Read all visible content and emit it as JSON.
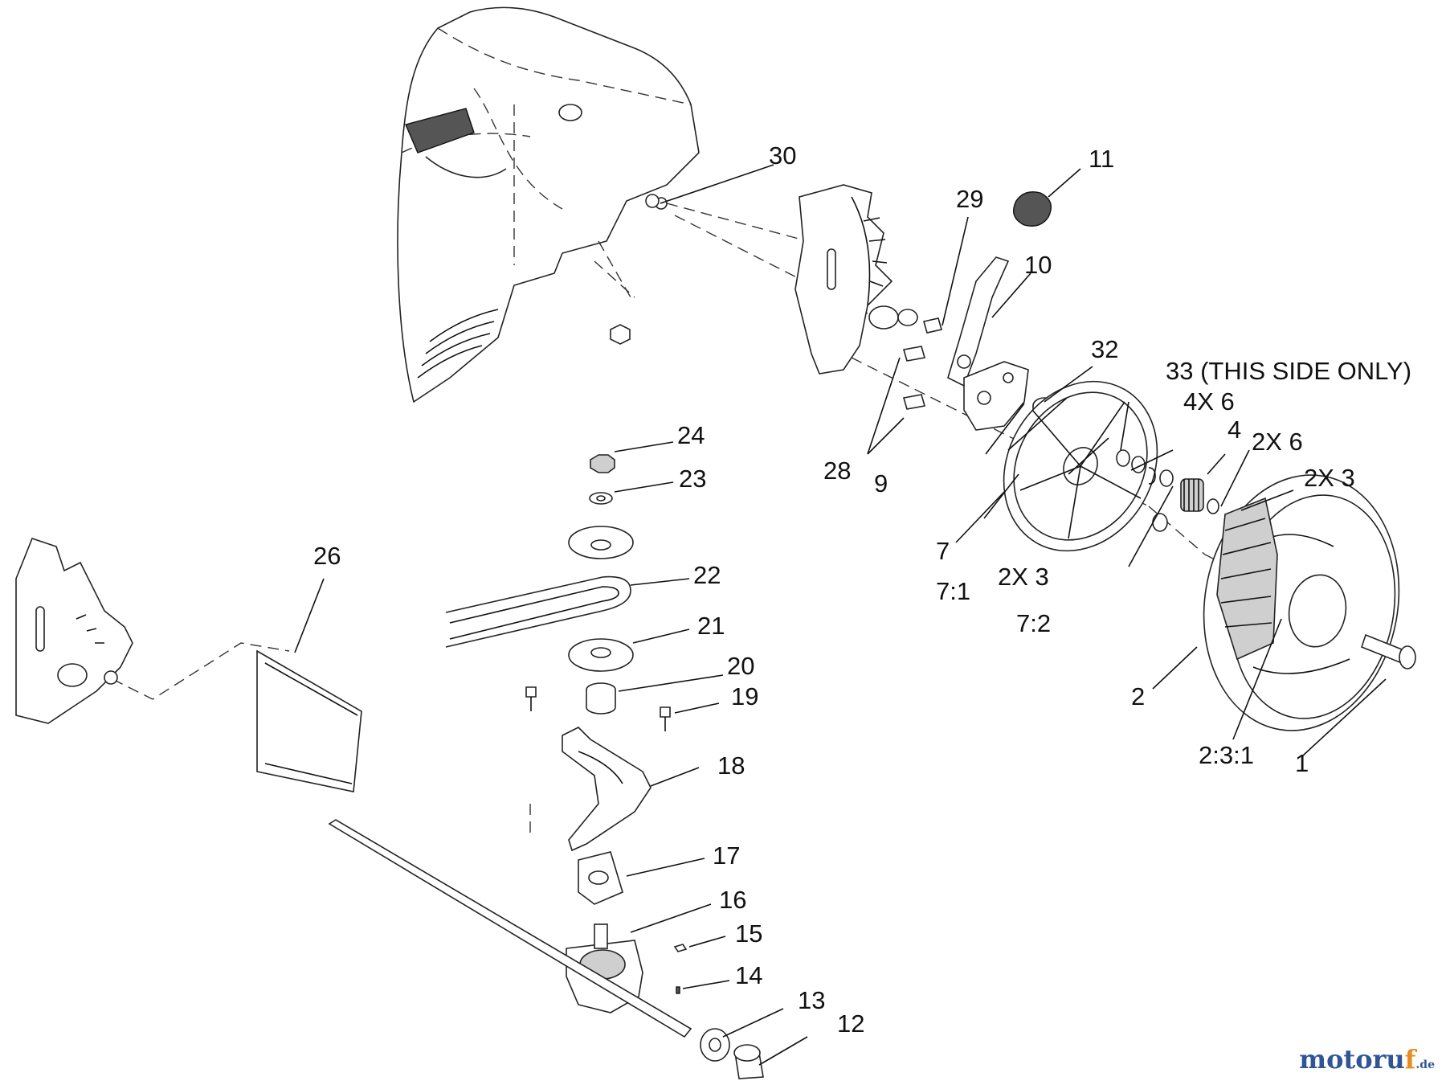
{
  "callouts": {
    "c1": "1",
    "c2": "2",
    "c2_3_1": "2:3:1",
    "c4": "4",
    "c4x6": "4X 6",
    "c2x6": "2X 6",
    "c2x3_a": "2X 3",
    "c2x3_b": "2X 3",
    "c7": "7",
    "c7_1": "7:1",
    "c7_2": "7:2",
    "c9": "9",
    "c10": "10",
    "c11": "11",
    "c12": "12",
    "c13": "13",
    "c14": "14",
    "c15": "15",
    "c16": "16",
    "c17": "17",
    "c18": "18",
    "c19": "19",
    "c20": "20",
    "c21": "21",
    "c22": "22",
    "c23": "23",
    "c24": "24",
    "c26": "26",
    "c28": "28",
    "c29": "29",
    "c30": "30",
    "c32": "32",
    "c33": "33 (THIS SIDE ONLY)"
  },
  "watermark": {
    "main": "motoru",
    "accent": "f",
    "tld": ".de"
  }
}
